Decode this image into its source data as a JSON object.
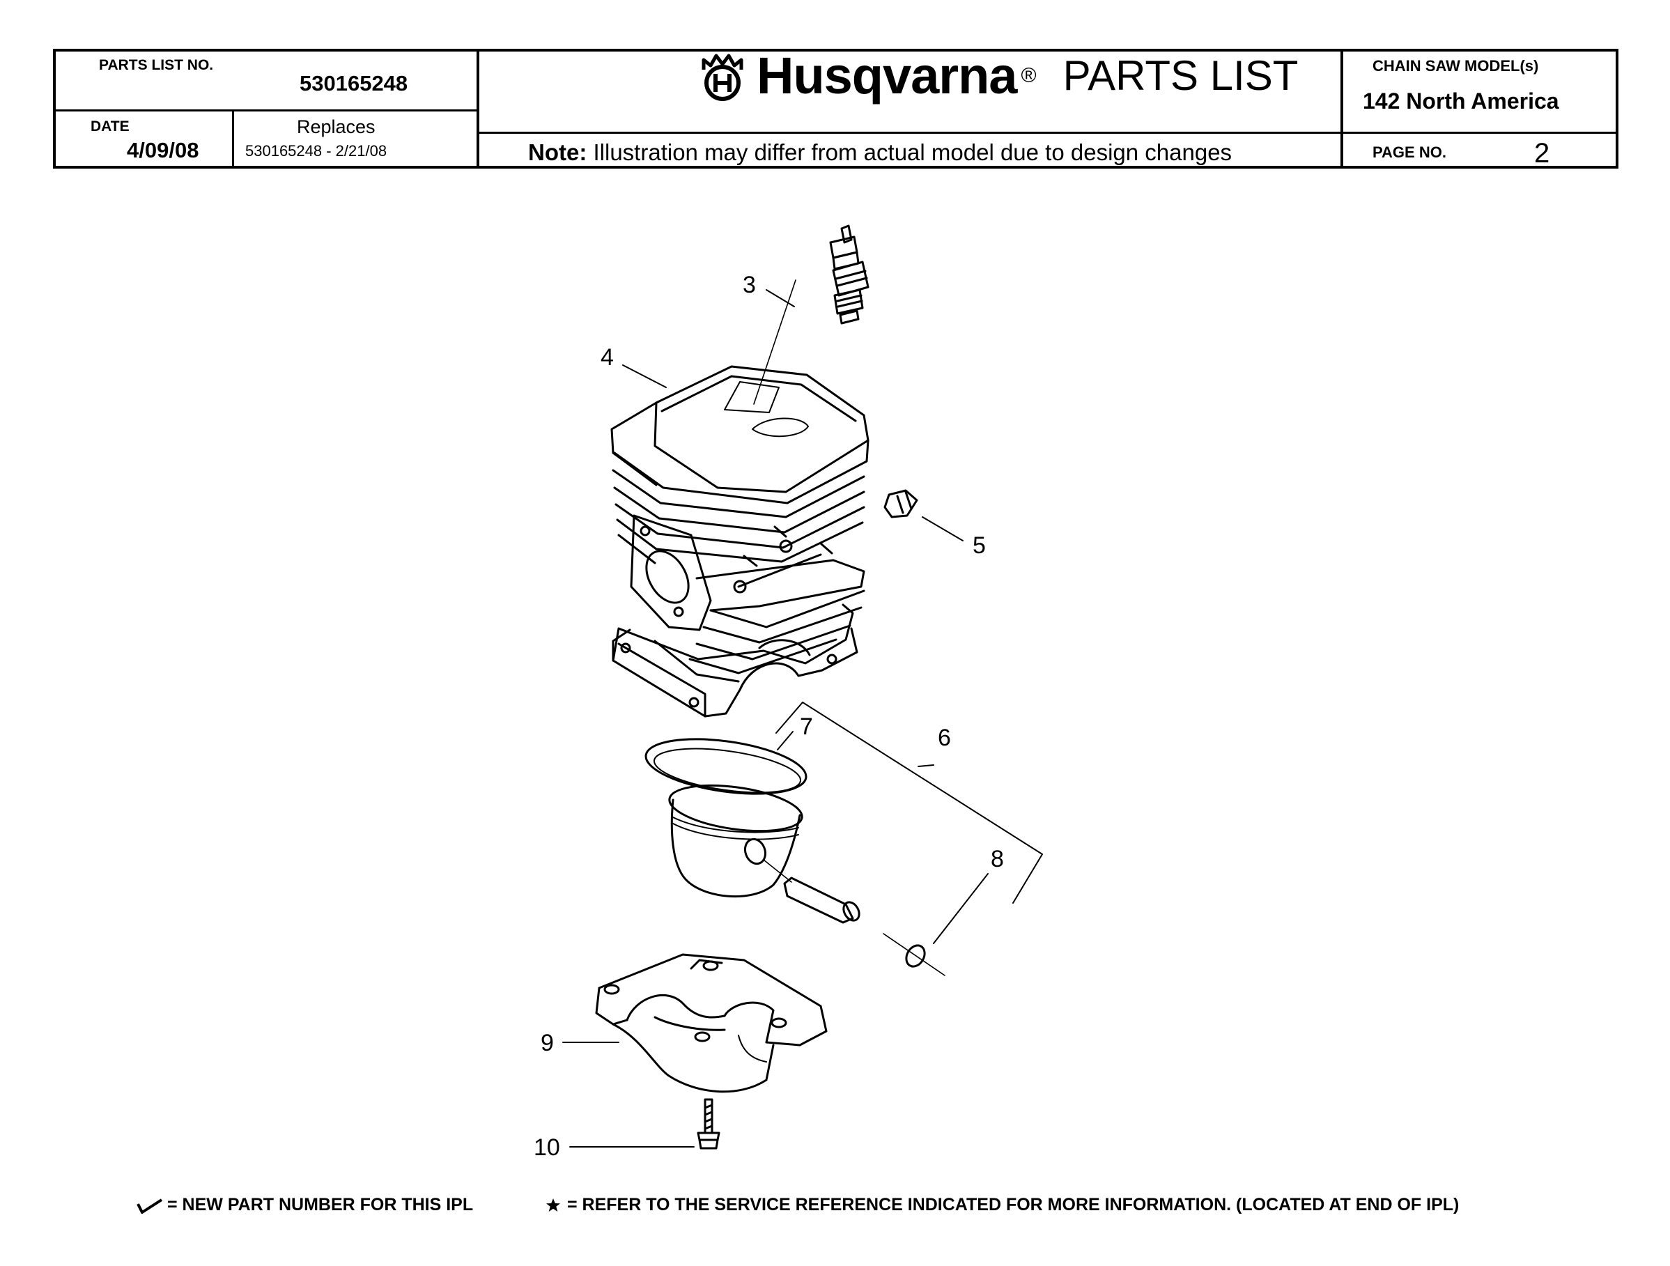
{
  "header": {
    "parts_list_no_label": "PARTS LIST NO.",
    "parts_list_no": "530165248",
    "date_label": "DATE",
    "date": "4/09/08",
    "replaces_label": "Replaces",
    "replaces": "530165248 - 2/21/08",
    "brand": "Husqvarna",
    "brand_reg": "®",
    "title": "PARTS LIST",
    "note_label": "Note:",
    "note": " Illustration may differ from actual model due to design changes",
    "model_label": "CHAIN SAW MODEL(s)",
    "model": "142 North America",
    "page_label": "PAGE   NO.",
    "page_no": "2"
  },
  "callouts": [
    "3",
    "4",
    "5",
    "6",
    "7",
    "8",
    "9",
    "10"
  ],
  "footer": {
    "new_symbol": "= NEW PART NUMBER FOR THIS  IPL",
    "ref_symbol": "= REFER TO THE SERVICE REFERENCE  INDICATED FOR MORE INFORMATION. (LOCATED AT END OF IPL)"
  }
}
